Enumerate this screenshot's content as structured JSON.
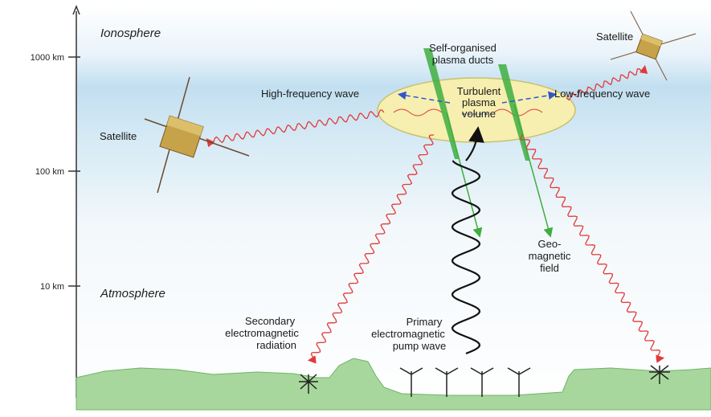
{
  "regions": {
    "ionosphere": "Ionosphere",
    "atmosphere": "Atmosphere"
  },
  "altitude_ticks": [
    "1000 km",
    "100 km",
    "10 km"
  ],
  "labels": {
    "satellite_left": "Satellite",
    "satellite_right": "Satellite",
    "self_organised": "Self-organised",
    "plasma_ducts": "plasma ducts",
    "high_frequency": "High-frequency wave",
    "low_frequency": "Low-frequency wave",
    "turbulent": "Turbulent",
    "plasma": "plasma",
    "volume": "volume",
    "geo": "Geo-",
    "magnetic": "magnetic",
    "field": "field",
    "secondary": "Secondary",
    "electromagnetic_1": "electromagnetic",
    "radiation": "radiation",
    "primary": "Primary",
    "electromagnetic_2": "electromagnetic",
    "pump_wave": "pump wave"
  },
  "colors": {
    "sky_top": "#ffffff",
    "sky_band": "#cfe6f3",
    "plasma_fill": "#f6efb0",
    "plasma_stroke": "#c8c070",
    "wave_red": "#e23a3a",
    "pump_black": "#111111",
    "duct_green": "#3fae3f",
    "ground": "#a7d79c",
    "ground_edge": "#6fb46a",
    "satellite_body": "#c6a24a",
    "dashed_blue": "#3355cc"
  }
}
